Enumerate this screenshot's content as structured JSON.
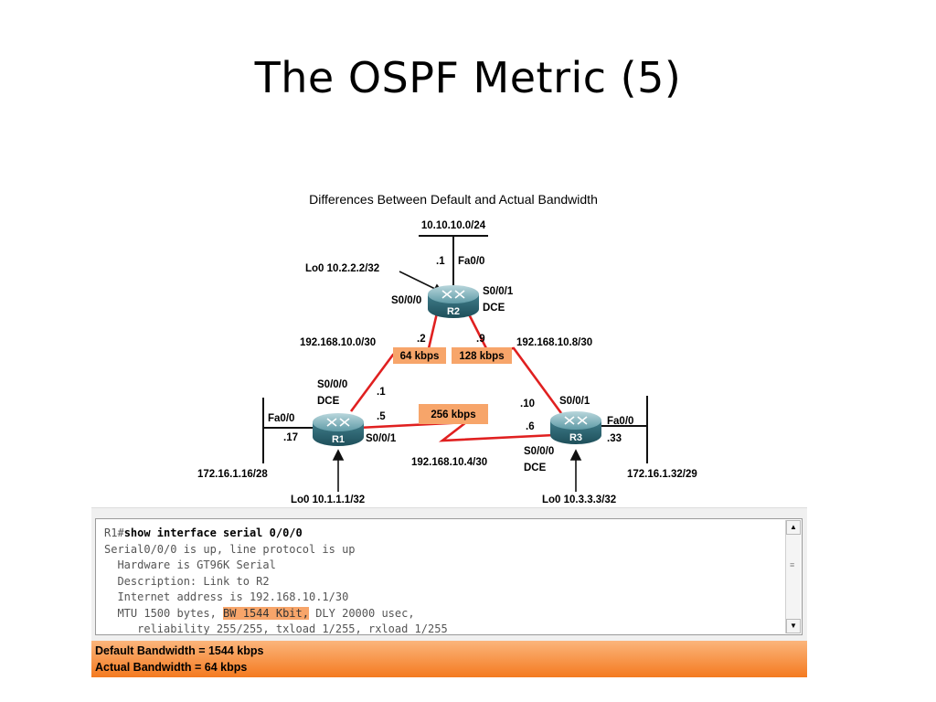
{
  "slide": {
    "title": "The OSPF Metric (5)"
  },
  "diagram": {
    "title": "Differences Between Default and Actual Bandwidth",
    "routers": {
      "r1": "R1",
      "r2": "R2",
      "r3": "R3"
    },
    "labels": {
      "lan_r2": "10.10.10.0/24",
      "r2_lan_ip": ".1",
      "r2_fa": "Fa0/0",
      "r2_lo": "Lo0 10.2.2.2/32",
      "r2_s000": "S0/0/0",
      "r2_s001": "S0/0/1",
      "r2_dce": "DCE",
      "net_r1r2": "192.168.10.0/30",
      "r2_ip_left": ".2",
      "r2_ip_right": ".9",
      "net_r2r3": "192.168.10.8/30",
      "bw_r1r2": "64 kbps",
      "bw_r2r3": "128 kbps",
      "r1_s000": "S0/0/0",
      "r1_dce": "DCE",
      "r1_ip_up": ".1",
      "r3_ip_up": ".10",
      "r3_s001": "S0/0/1",
      "bw_r1r3": "256 kbps",
      "r1_fa": "Fa0/0",
      "r1_ip_right": ".5",
      "r3_ip_left": ".6",
      "r3_fa": "Fa0/0",
      "r1_lan_ip": ".17",
      "r1_s001": "S0/0/1",
      "r3_lan_ip": ".33",
      "r3_s000": "S0/0/0",
      "r3_dce": "DCE",
      "net_r1r3": "192.168.10.4/30",
      "lan_r1": "172.16.1.16/28",
      "lan_r3": "172.16.1.32/29",
      "r1_lo": "Lo0 10.1.1.1/32",
      "r3_lo": "Lo0 10.3.3.3/32"
    }
  },
  "terminal": {
    "prompt": "R1#",
    "command": "show interface serial 0/0/0",
    "line1": "Serial0/0/0 is up, line protocol is up",
    "line2": "  Hardware is GT96K Serial",
    "line3": "  Description: Link to R2",
    "line4": "  Internet address is 192.168.10.1/30",
    "line5_pre": "  MTU 1500 bytes, ",
    "line5_hl": "BW 1544 Kbit,",
    "line5_post": " DLY 20000 usec,",
    "line6": "     reliability 255/255, txload 1/255, rxload 1/255",
    "scroll_up": "▲",
    "scroll_down": "▼",
    "scroll_grip": "≡"
  },
  "footer": {
    "default_bw": "Default Bandwidth = 1544 kbps",
    "actual_bw": "Actual Bandwidth = 64 kbps"
  },
  "colors": {
    "serial_link": "#e02020",
    "bw_highlight": "#f7a56a",
    "footer_orange": "#f47a20",
    "router_teal": "#3f7c8a"
  }
}
